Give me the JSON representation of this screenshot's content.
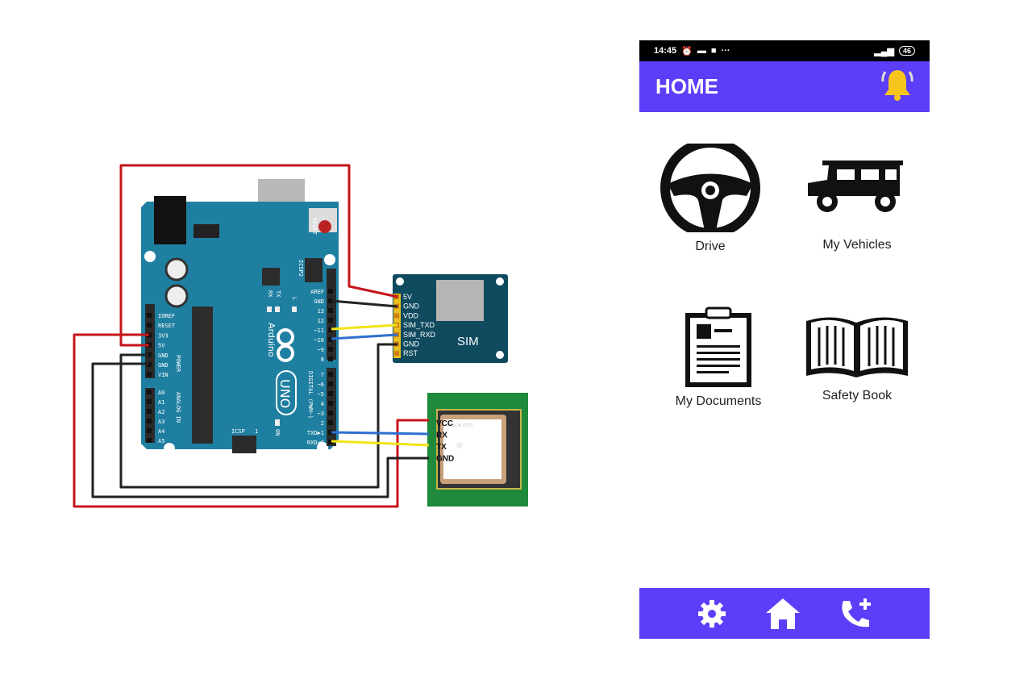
{
  "diagram": {
    "arduino": {
      "reset_label": "RESET",
      "icsp2_label": "ICSP2",
      "icsp_label": "ICSP",
      "icsp_pin1": "1",
      "rx_led": "RX",
      "tx_led": "TX",
      "l_led": "L",
      "on_led": "ON",
      "brand": "Arduino",
      "model": "UNO",
      "digital_label": "DIGITAL (PWM~)",
      "power_label": "POWER",
      "analog_label": "ANALOG IN",
      "power_pins": [
        "IOREF",
        "RESET",
        "3V3",
        "5V",
        "GND",
        "GND",
        "VIN"
      ],
      "analog_pins": [
        "A0",
        "A1",
        "A2",
        "A3",
        "A4",
        "A5"
      ],
      "digital_top": [
        "AREF",
        "GND",
        "13",
        "12",
        "~11",
        "~10",
        "~9",
        "8"
      ],
      "digital_bottom": [
        "7",
        "~6",
        "~5",
        "4",
        "~3",
        "2",
        "TXD▶1",
        "RXD◀0"
      ]
    },
    "sim_module": {
      "label": "SIM",
      "pins": [
        "5V",
        "GND",
        "VDD",
        "SIM_TXD",
        "SIM_RXD",
        "GND",
        "RST"
      ]
    },
    "gps_module": {
      "chip_text": "NEO6 GPS",
      "pins": [
        "VCC",
        "RX",
        "TX",
        "GND"
      ]
    }
  },
  "phone": {
    "status_bar": {
      "time": "14:45",
      "more": "···",
      "battery": "46"
    },
    "header": {
      "title": "HOME",
      "icon": "bell-icon"
    },
    "tiles": [
      {
        "label": "Drive",
        "icon": "steering-wheel-icon"
      },
      {
        "label": "My Vehicles",
        "icon": "jeep-icon"
      },
      {
        "label": "My Documents",
        "icon": "clipboard-icon"
      },
      {
        "label": "Safety Book",
        "icon": "open-book-icon"
      }
    ],
    "bottom_nav": [
      {
        "icon": "gear-icon"
      },
      {
        "icon": "home-icon"
      },
      {
        "icon": "phone-add-icon"
      }
    ],
    "colors": {
      "primary": "#5b3ef8",
      "bell": "#f7c51e"
    }
  }
}
